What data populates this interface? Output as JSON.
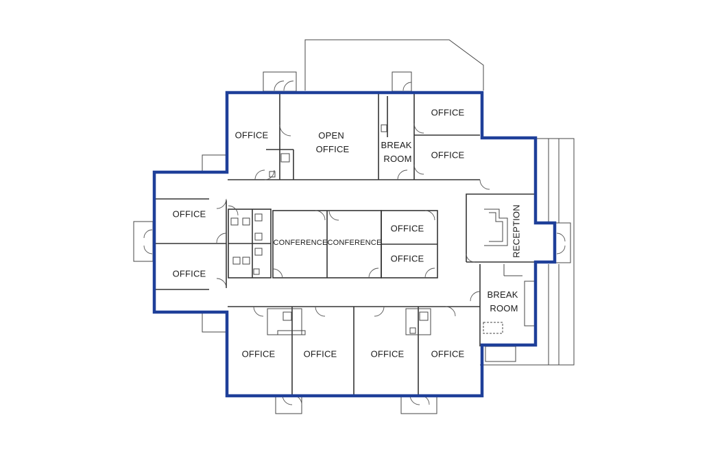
{
  "rooms": {
    "office_nw": "OFFICE",
    "open_office": [
      "OPEN",
      "OFFICE"
    ],
    "break_room_n": [
      "BREAK",
      "ROOM"
    ],
    "office_ne_top": "OFFICE",
    "office_ne_bottom": "OFFICE",
    "office_w_top": "OFFICE",
    "office_w_bottom": "OFFICE",
    "conference_1": "CONFERENCE",
    "conference_2": "CONFERENCE",
    "office_center_top": "OFFICE",
    "office_center_bottom": "OFFICE",
    "reception": "RECEPTION",
    "break_room_e": [
      "BREAK",
      "ROOM"
    ],
    "office_s1": "OFFICE",
    "office_s2": "OFFICE",
    "office_s3": "OFFICE",
    "office_s4": "OFFICE"
  },
  "colors": {
    "outline": "#1e3f99",
    "walls": "#333333"
  }
}
